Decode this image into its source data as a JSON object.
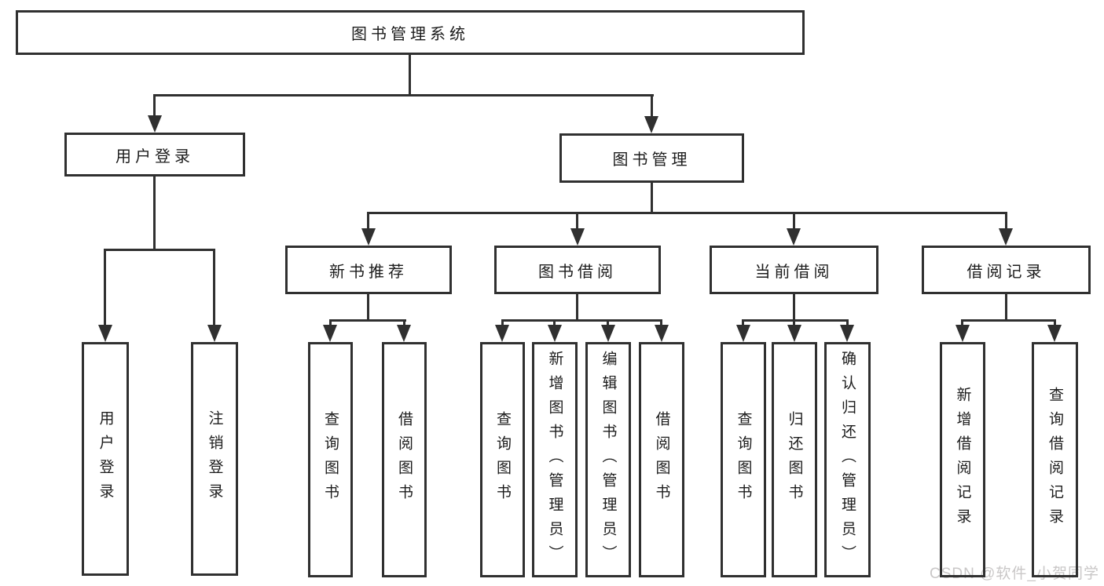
{
  "watermark": "CSDN @软件_小贺同学",
  "colors": {
    "line": "#303030",
    "text": "#1c1c1c",
    "watermark": "#c9c7c7",
    "background": "#ffffff"
  },
  "tree": {
    "root": {
      "label": "图书管理系统"
    },
    "children": [
      {
        "label": "用户登录",
        "children": [
          {
            "label": "用户登录"
          },
          {
            "label": "注销登录"
          }
        ]
      },
      {
        "label": "图书管理",
        "children": [
          {
            "label": "新书推荐",
            "children": [
              {
                "label": "查询图书"
              },
              {
                "label": "借阅图书"
              }
            ]
          },
          {
            "label": "图书借阅",
            "children": [
              {
                "label": "查询图书"
              },
              {
                "label": "新增图书（管理员）"
              },
              {
                "label": "编辑图书（管理员）"
              },
              {
                "label": "借阅图书"
              }
            ]
          },
          {
            "label": "当前借阅",
            "children": [
              {
                "label": "查询图书"
              },
              {
                "label": "归还图书"
              },
              {
                "label": "确认归还（管理员）"
              }
            ]
          },
          {
            "label": "借阅记录",
            "children": [
              {
                "label": "新增借阅记录"
              },
              {
                "label": "查询借阅记录"
              }
            ]
          }
        ]
      }
    ]
  }
}
